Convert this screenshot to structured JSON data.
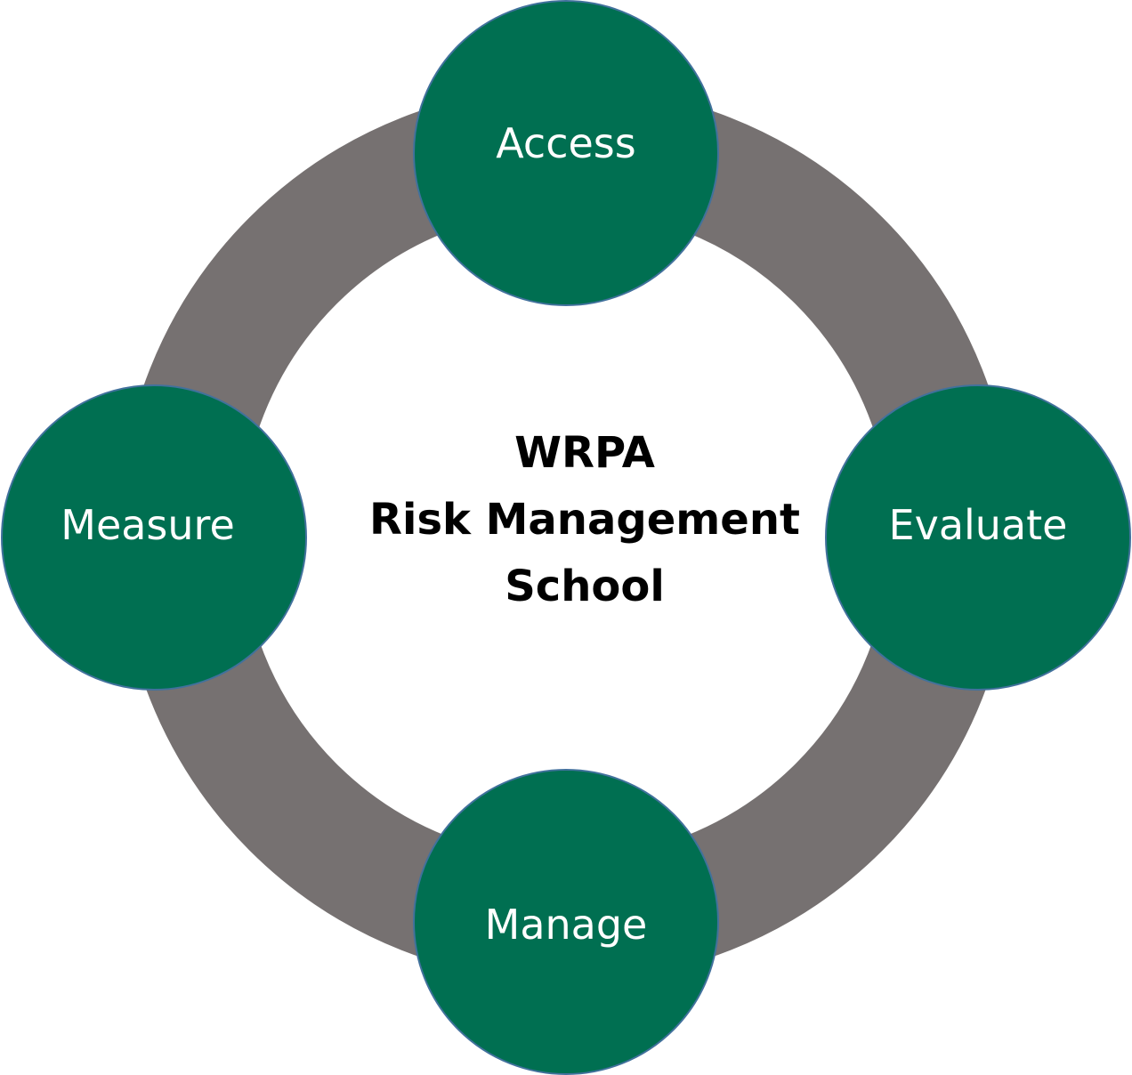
{
  "diagram": {
    "center_text": {
      "line1": "WRPA",
      "line2": "Risk Management",
      "line3": "School"
    },
    "nodes": {
      "top": "Access",
      "right": "Evaluate",
      "bottom": "Manage",
      "left": "Measure"
    },
    "colors": {
      "ring": "#767171",
      "node_fill": "#006F51",
      "node_stroke": "#41719C",
      "node_text": "#FFFFFF",
      "center_text": "#000000"
    }
  }
}
